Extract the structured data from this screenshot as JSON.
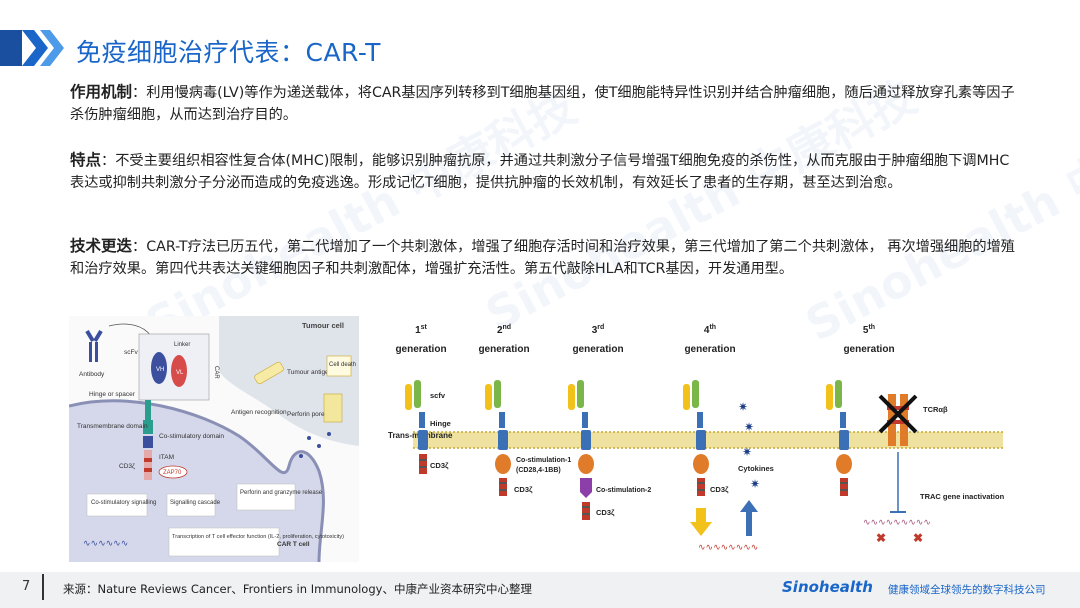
{
  "header": {
    "title": "免疫细胞治疗代表：CAR-T"
  },
  "sections": [
    {
      "label": "作用机制",
      "text": "：利用慢病毒(LV)等作为递送载体，将CAR基因序列转移到T细胞基因组，使T细胞能特异性识别并结合肿瘤细胞，随后通过释放穿孔素等因子杀伤肿瘤细胞，从而达到治疗目的。"
    },
    {
      "label": "特点",
      "text": "：不受主要组织相容性复合体(MHC)限制，能够识别肿瘤抗原，并通过共刺激分子信号增强T细胞免疫的杀伤性，从而克服由于肿瘤细胞下调MHC表达或抑制共刺激分子分泌而造成的免疫逃逸。形成记忆T细胞，提供抗肿瘤的长效机制，有效延长了患者的生存期，甚至达到治愈。"
    },
    {
      "label": "技术更迭",
      "text": "：CAR-T疗法已历五代，第二代增加了一个共刺激体，增强了细胞存活时间和治疗效果，第三代增加了第二个共刺激体， 再次增强细胞的增殖和治疗效果。第四代共表达关键细胞因子和共刺激配体，增强扩充活性。第五代敲除HLA和TCR基因，开发通用型。"
    }
  ],
  "watermark": {
    "text": "Sinohealth 中康科技"
  },
  "fig_left": {
    "tumour_cell": "Tumour cell",
    "linker": "Linker",
    "scfv": "scFv",
    "antibody": "Antibody",
    "hinge": "Hinge or spacer",
    "car": "CAR",
    "tumour_antigen": "Tumour antigen",
    "cell_death": "Cell death",
    "vh": "VH",
    "vl": "VL",
    "antigen_recognition": "Antigen recognition",
    "perforin_pore": "Perforin pore",
    "transmembrane": "Transmembrane domain",
    "costim_domain": "Co-stimulatory domain",
    "itam": "ITAM",
    "cd3z": "CD3ζ",
    "zap70": "ZAP70",
    "costim_signalling": "Co-stimulatory signalling",
    "signalling_cascade": "Signalling cascade",
    "perforin_release": "Perforin and granzyme release",
    "transcription": "Transcription of T cell effector function (IL-2, proliferation, cytotoxicity)",
    "car_t_cell": "CAR T cell"
  },
  "fig_right": {
    "generations": [
      {
        "num": "1",
        "sup": "st",
        "label": "generation"
      },
      {
        "num": "2",
        "sup": "nd",
        "label": "generation"
      },
      {
        "num": "3",
        "sup": "rd",
        "label": "generation"
      },
      {
        "num": "4",
        "sup": "th",
        "label": "generation"
      },
      {
        "num": "5",
        "sup": "th",
        "label": "generation"
      }
    ],
    "scfv": "scfv",
    "hinge": "Hinge",
    "trans_membrane": "Trans-membrane",
    "cd3z": "CD3ζ",
    "costim1": "Co-stimulation-1",
    "costim1_sub": "(CD28,4-1BB)",
    "costim2": "Co-stimulation-2",
    "cytokines": "Cytokines",
    "tcrab": "TCRαβ",
    "trac": "TRAC gene inactivation"
  },
  "footer": {
    "page": "7",
    "source": "来源：Nature Reviews Cancer、Frontiers in Immunology、中康产业资本研究中心整理",
    "brand": "Sinohealth",
    "slogan": "健康领域全球领先的数字科技公司"
  },
  "colors": {
    "accent": "#1a66c8",
    "scfv_yellow": "#f2c21b",
    "scfv_green": "#7ab648",
    "hinge_blue": "#3b6fb6",
    "costim_orange": "#e07b2a",
    "costim_purple": "#8c3fa8",
    "cd3z_red": "#c0392b",
    "membrane": "#e8d27a"
  }
}
